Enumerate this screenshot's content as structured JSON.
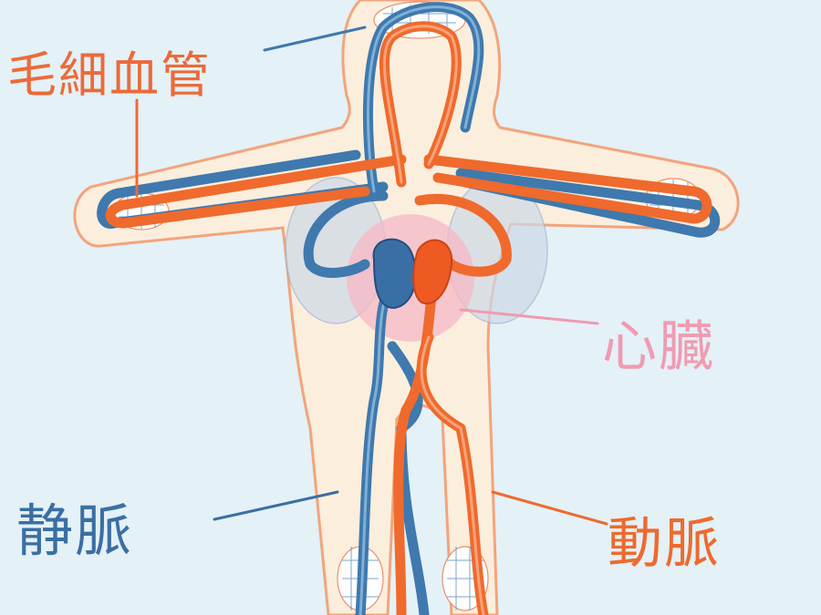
{
  "labels": {
    "capillary": "毛細血管",
    "heart": "心臓",
    "vein": "静脈",
    "artery": "動脈"
  },
  "colors": {
    "background": "#e4f1f6",
    "body_fill": "#fbeedd",
    "body_outline": "#f3a47c",
    "artery": "#ef6a2c",
    "vein": "#3f79ad",
    "heart_glow": "#f6b8c6",
    "lung": "#cdd9e8",
    "capillary_label": "#ec6a3a",
    "heart_label": "#ef9bb0",
    "vein_label": "#3b6fa3",
    "artery_label": "#ee6a2e"
  }
}
